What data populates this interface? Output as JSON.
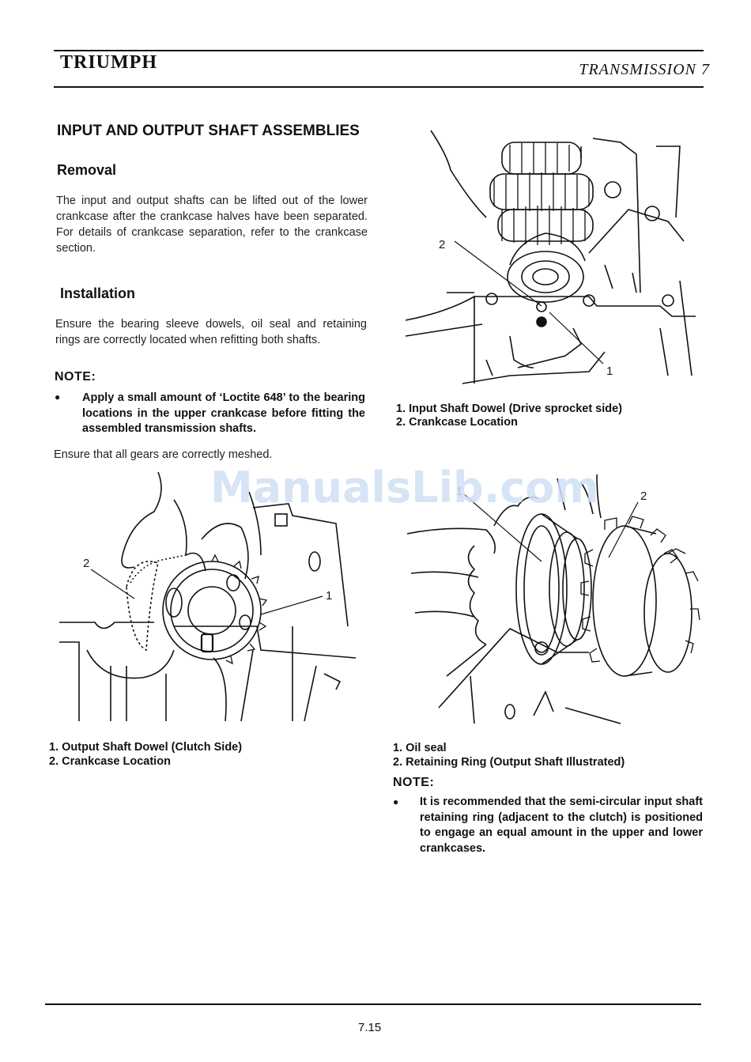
{
  "header": {
    "brand": "TRIUMPH",
    "chapter": "TRANSMISSION 7"
  },
  "section": {
    "title": "INPUT AND OUTPUT SHAFT ASSEMBLIES",
    "removal": {
      "heading": "Removal",
      "text": "The input and output shafts can be lifted out of the lower crankcase after the crankcase halves have been separated. For details of crankcase separation, refer to the crankcase section."
    },
    "installation": {
      "heading": "Installation",
      "text": "Ensure the bearing sleeve dowels, oil seal and retaining rings are correctly located when refitting both shafts."
    },
    "note1": {
      "heading": "NOTE:",
      "bullet": "Apply a small amount of ‘Loctite 648’ to the bearing locations in the upper crankcase before fitting the assembled transmission shafts."
    },
    "mesh_text": "Ensure that all gears are correctly meshed."
  },
  "figures": {
    "top_right": {
      "label_1": "1",
      "label_2": "2",
      "caption_1": "1. Input Shaft Dowel (Drive sprocket side)",
      "caption_2": "2. Crankcase Location"
    },
    "bottom_left": {
      "label_1": "1",
      "label_2": "2",
      "caption_1": "1. Output Shaft Dowel (Clutch Side)",
      "caption_2": "2. Crankcase Location"
    },
    "bottom_right": {
      "label_1": "1",
      "label_2": "2",
      "caption_1": "1. Oil seal",
      "caption_2": "2. Retaining Ring (Output Shaft Illustrated)"
    }
  },
  "note2": {
    "heading": "NOTE:",
    "bullet": "It is recommended that the semi-circular input shaft retaining ring (adjacent to the clutch) is positioned to engage an equal amount in the upper and lower crankcases."
  },
  "watermark": "ManualsLib.com",
  "footer": {
    "page_number": "7.15"
  }
}
